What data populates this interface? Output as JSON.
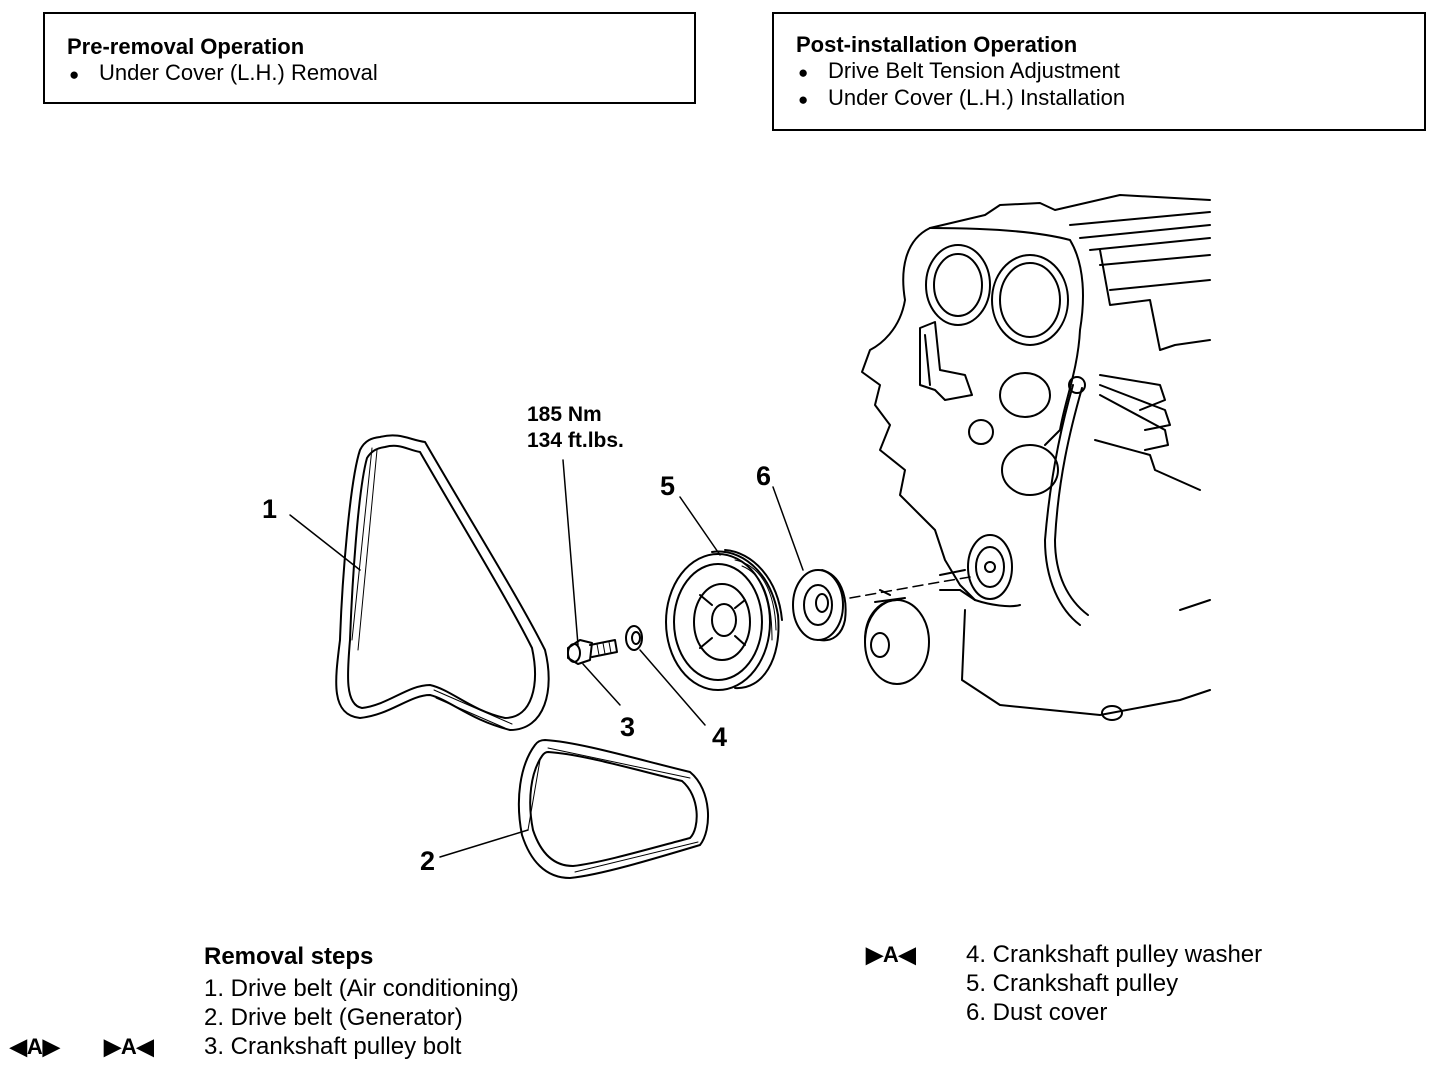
{
  "pre_removal": {
    "title": "Pre-removal Operation",
    "items": [
      "Under Cover (L.H.) Removal"
    ]
  },
  "post_installation": {
    "title": "Post-installation Operation",
    "items": [
      "Drive Belt Tension Adjustment",
      "Under Cover (L.H.) Installation"
    ]
  },
  "torque": {
    "nm": "185 Nm",
    "ftlbs": "134 ft.lbs."
  },
  "callouts": [
    "1",
    "2",
    "3",
    "4",
    "5",
    "6"
  ],
  "removal_steps": {
    "title": "Removal steps",
    "steps": [
      "1. Drive belt (Air conditioning)",
      "2. Drive belt (Generator)",
      "3. Crankshaft pulley bolt",
      "4. Crankshaft pulley washer",
      "5. Crankshaft pulley",
      "6. Dust cover"
    ],
    "marks": {
      "step3_removal": "◀A▶",
      "step3_install": "▶A◀",
      "step4_install": "▶A◀"
    }
  },
  "bullet_symbol": "●"
}
